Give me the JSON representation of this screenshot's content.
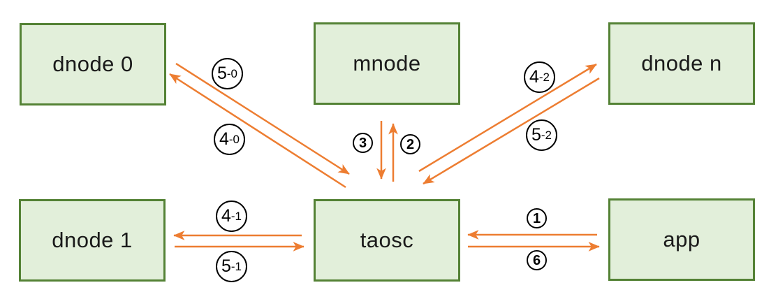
{
  "colors": {
    "node_fill": "#e2efda",
    "node_border": "#548235",
    "arrow": "#ed7d31",
    "edge_label_border": "#000000",
    "edge_label_text": "#000000"
  },
  "nodes": {
    "dnode0": {
      "label": "dnode 0"
    },
    "mnode": {
      "label": "mnode"
    },
    "dnoden": {
      "label": "dnode n"
    },
    "dnode1": {
      "label": "dnode 1"
    },
    "taosc": {
      "label": "taosc"
    },
    "app": {
      "label": "app"
    }
  },
  "edges": {
    "app_to_taosc": {
      "from": "app",
      "to": "taosc",
      "step": "1",
      "label": "1"
    },
    "taosc_to_mnode": {
      "from": "taosc",
      "to": "mnode",
      "step": "2",
      "label": "2"
    },
    "mnode_to_taosc": {
      "from": "mnode",
      "to": "taosc",
      "step": "3",
      "label": "3"
    },
    "taosc_to_app": {
      "from": "taosc",
      "to": "app",
      "step": "6",
      "label": "6"
    },
    "taosc_to_dnode0": {
      "from": "taosc",
      "to": "dnode 0",
      "label": "4-0",
      "main": "4",
      "suffix": "-0"
    },
    "dnode0_to_taosc": {
      "from": "dnode 0",
      "to": "taosc",
      "label": "5-0",
      "main": "5",
      "suffix": "-0"
    },
    "taosc_to_dnode1": {
      "from": "taosc",
      "to": "dnode 1",
      "label": "4-1",
      "main": "4",
      "suffix": "-1"
    },
    "dnode1_to_taosc": {
      "from": "dnode 1",
      "to": "taosc",
      "label": "5-1",
      "main": "5",
      "suffix": "-1"
    },
    "taosc_to_dnoden": {
      "from": "taosc",
      "to": "dnode n",
      "label": "4-2",
      "main": "4",
      "suffix": "-2"
    },
    "dnoden_to_taosc": {
      "from": "dnode n",
      "to": "taosc",
      "label": "5-2",
      "main": "5",
      "suffix": "-2"
    }
  }
}
